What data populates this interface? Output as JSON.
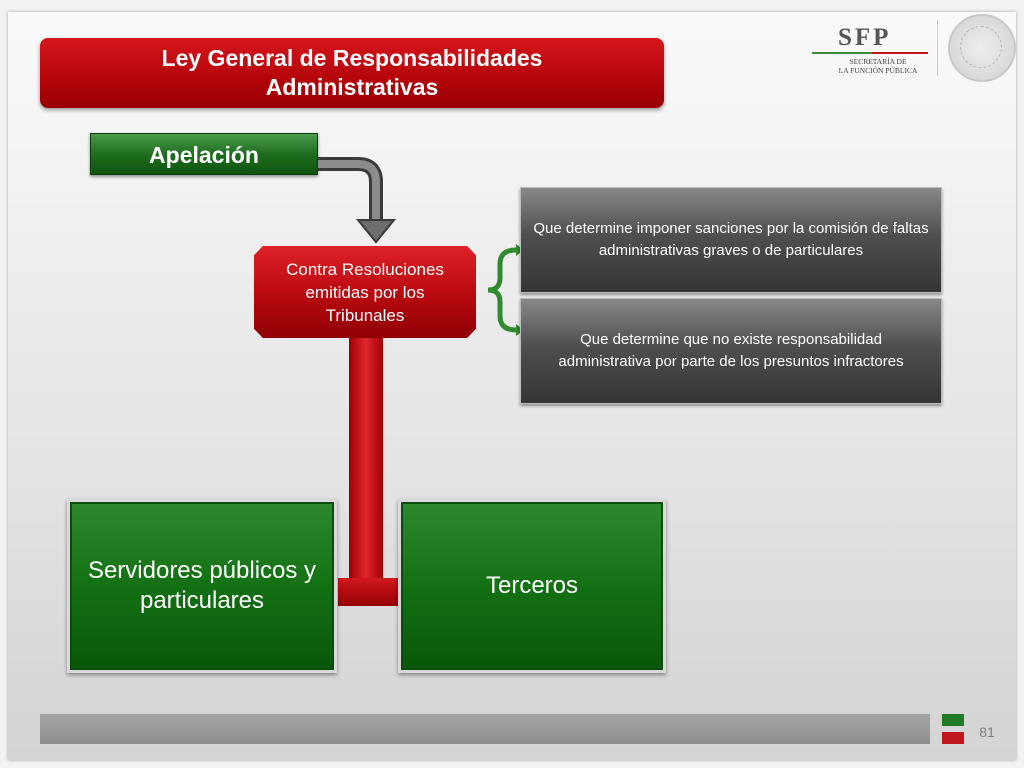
{
  "title": "Ley General de Responsabilidades Administrativas",
  "logo": {
    "mark": "SFP",
    "subtitle_line1": "SECRETARÍA DE",
    "subtitle_line2": "LA FUNCIÓN PÚBLICA"
  },
  "apelacion_label": "Apelación",
  "contra_label": "Contra Resoluciones emitidas por los Tribunales",
  "conditions": [
    "Que determine imponer sanciones por la comisión de faltas administrativas graves o de particulares",
    "Que determine que no existe responsabilidad administrativa por parte de los presuntos infractores"
  ],
  "parties": [
    "Servidores públicos y particulares",
    "Terceros"
  ],
  "page_number": "81",
  "colors": {
    "red": "#b3040a",
    "green": "#137013",
    "gray": "#4f4f4f",
    "brace_green": "#2e8b2e"
  }
}
